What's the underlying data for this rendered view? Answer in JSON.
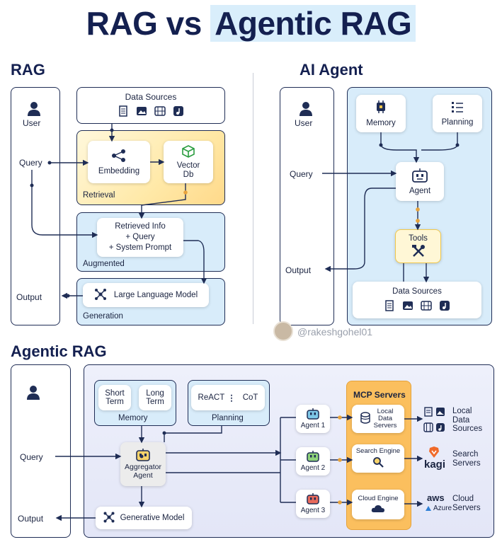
{
  "title": {
    "part1": "RAG vs ",
    "part2": "Agentic RAG"
  },
  "rag": {
    "heading": "RAG",
    "user": "User",
    "query": "Query",
    "output": "Output",
    "data_sources": "Data Sources",
    "embedding": "Embedding",
    "vector_db": "Vector\nDb",
    "retrieval": "Retrieval",
    "retrieved_info": "Retrieved Info\n+ Query\n+ System Prompt",
    "augmented": "Augmented",
    "llm": "Large Language Model",
    "generation": "Generation"
  },
  "agent": {
    "heading": "AI Agent",
    "user": "User",
    "query": "Query",
    "output": "Output",
    "memory": "Memory",
    "planning": "Planning",
    "agent": "Agent",
    "tools": "Tools",
    "data_sources": "Data Sources"
  },
  "handle": "@rakeshgohel01",
  "agentic": {
    "heading": "Agentic RAG",
    "query": "Query",
    "output": "Output",
    "short_term": "Short\nTerm",
    "long_term": "Long\nTerm",
    "memory": "Memory",
    "react": "ReACT",
    "cot": "CoT",
    "planning": "Planning",
    "aggregator": "Aggregator\nAgent",
    "generative": "Generative Model",
    "agent1": "Agent 1",
    "agent2": "Agent 2",
    "agent3": "Agent 3",
    "mcp": "MCP Servers",
    "local_data_servers": "Local\nData\nServers",
    "search_engine": "Search Engine",
    "cloud_engine": "Cloud Engine",
    "local_data_sources": "Local\nData\nSources",
    "search_servers": "Search\nServers",
    "cloud_servers": "Cloud\nServers",
    "kagi": "kagi",
    "aws": "aws",
    "azure": "Azure"
  },
  "colors": {
    "navy": "#1f2d55",
    "light_blue": "#d8ecfa",
    "yellow": "#ffe9a8",
    "orange_dot": "#e8a33c"
  }
}
